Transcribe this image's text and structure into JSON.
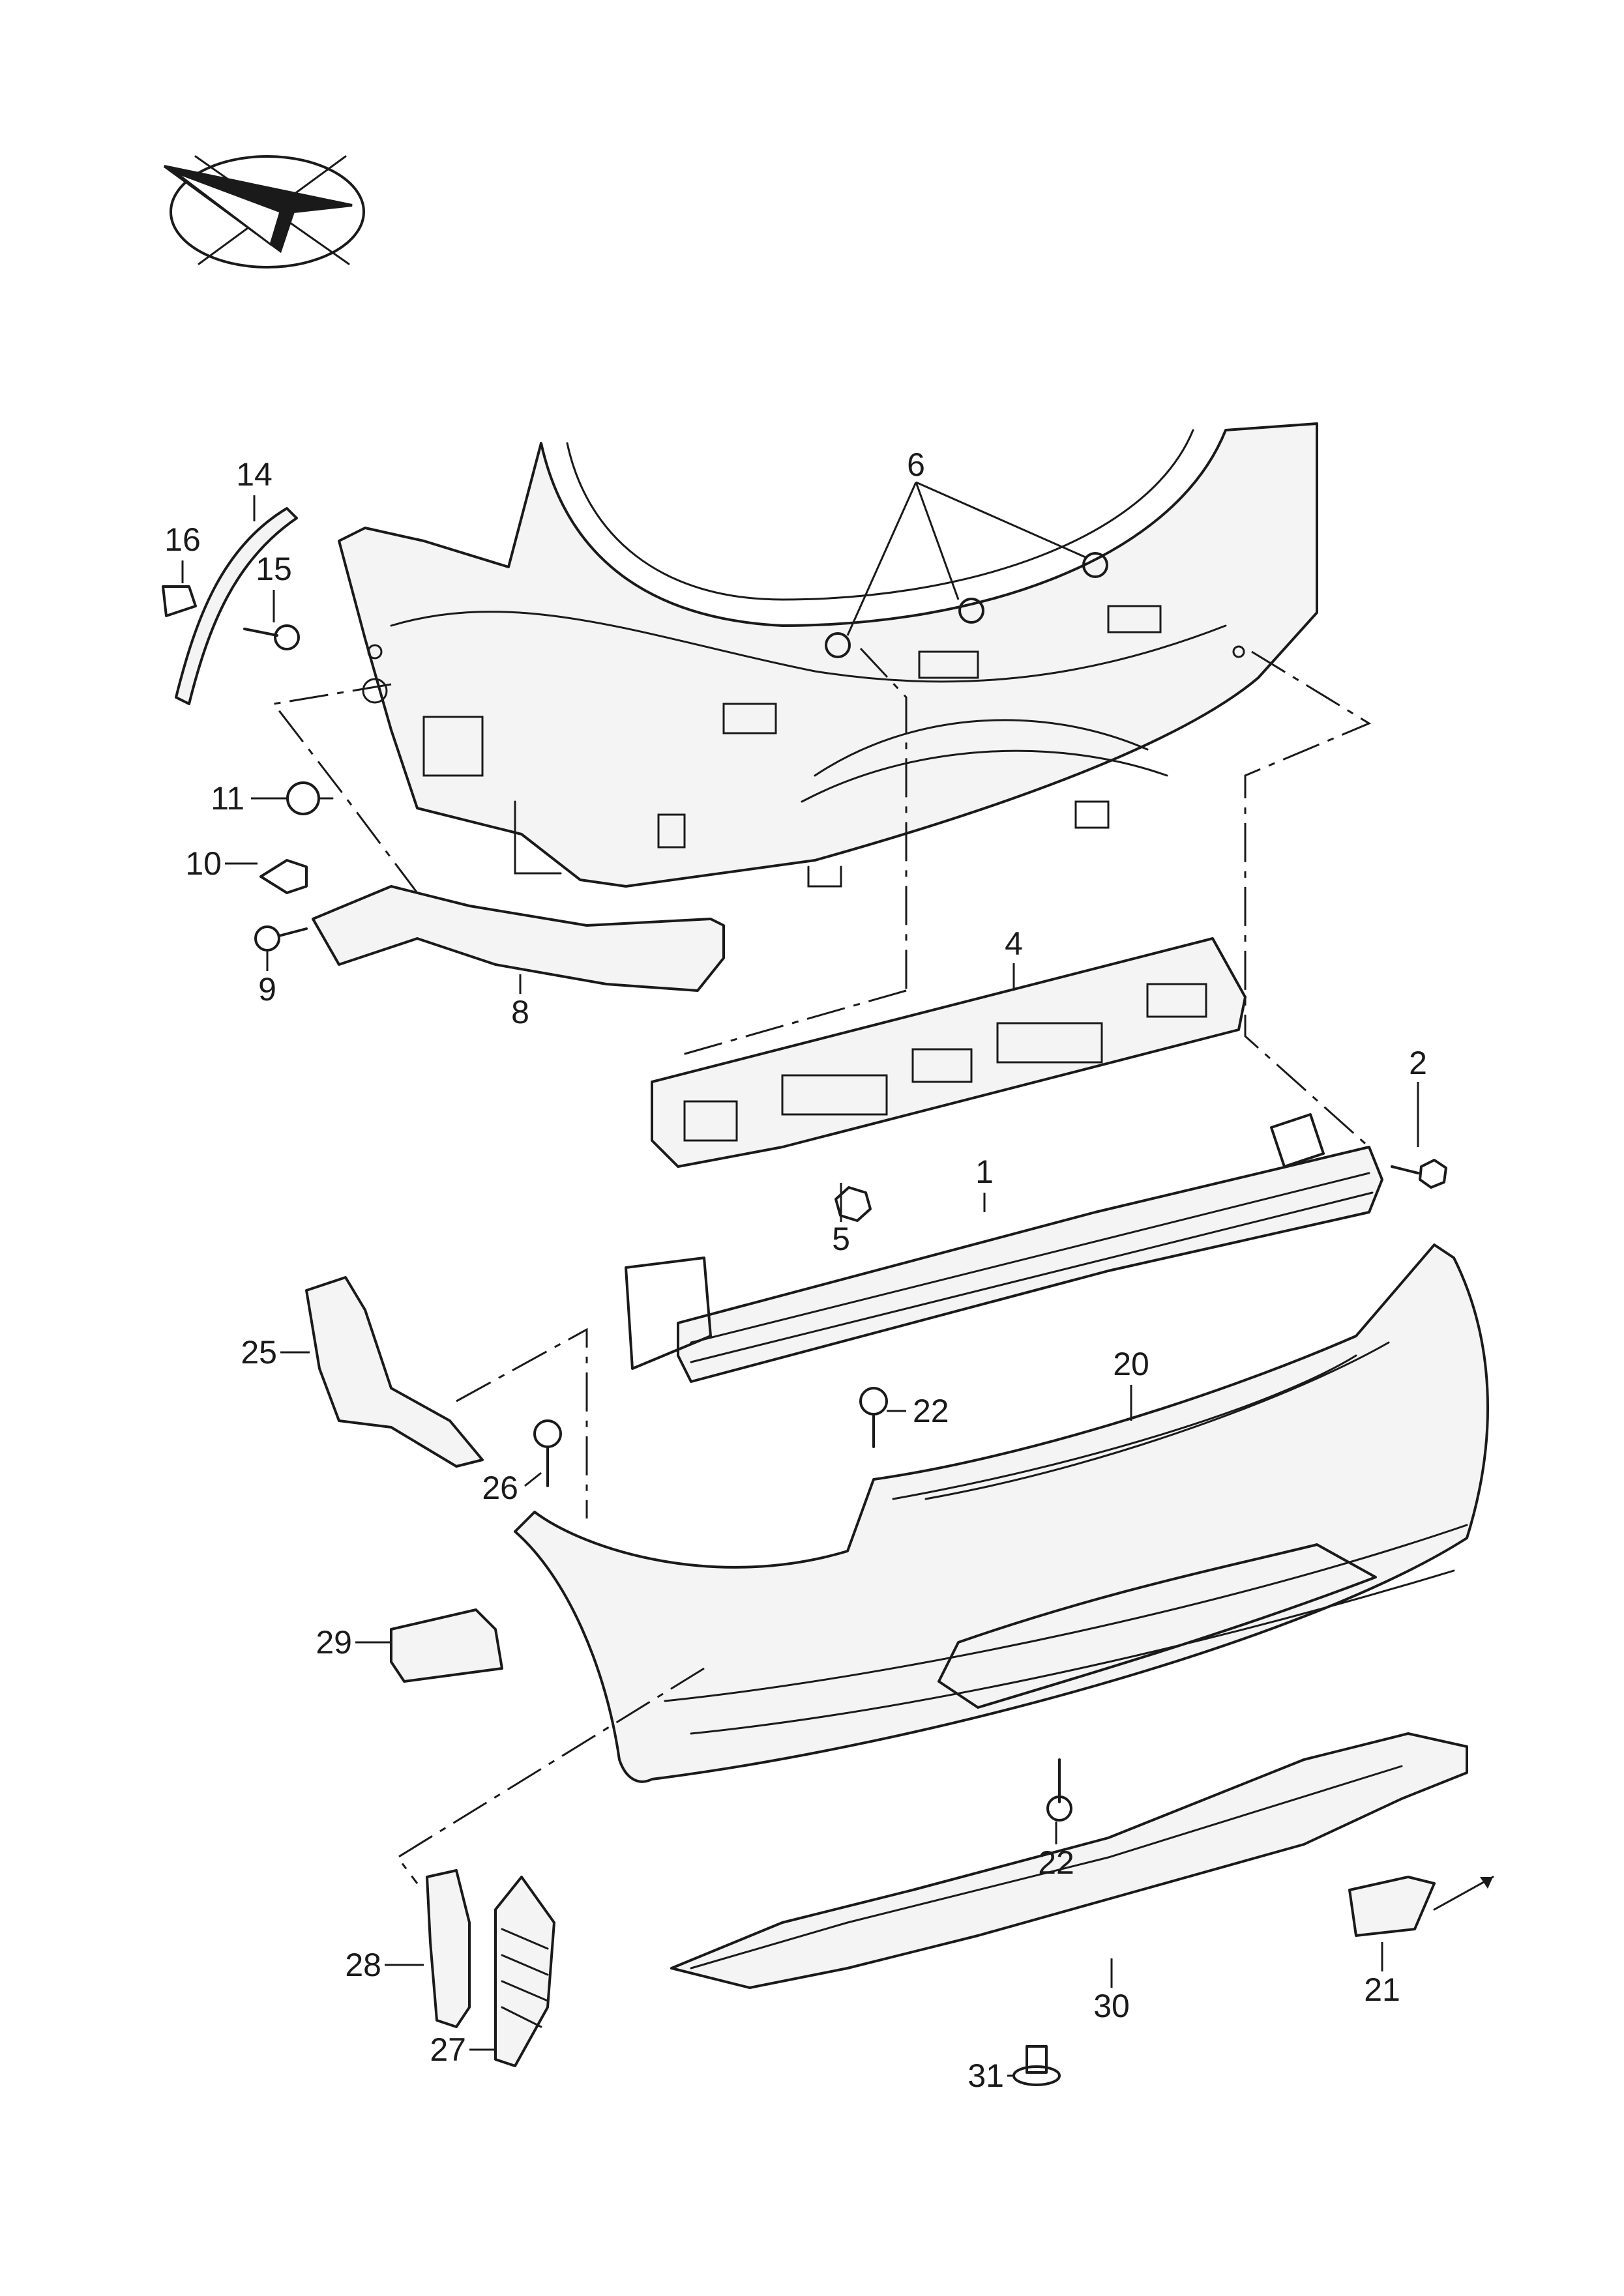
{
  "diagram": {
    "icon": "view-direction-arrow-icon",
    "callouts": {
      "c1": "1",
      "c2": "2",
      "c4": "4",
      "c5": "5",
      "c6": "6",
      "c8": "8",
      "c9": "9",
      "c10": "10",
      "c11": "11",
      "c14": "14",
      "c15": "15",
      "c16": "16",
      "c20": "20",
      "c21": "21",
      "c22a": "22",
      "c22b": "22",
      "c25": "25",
      "c26": "26",
      "c27": "27",
      "c28": "28",
      "c29": "29",
      "c30": "30",
      "c31": "31"
    }
  }
}
